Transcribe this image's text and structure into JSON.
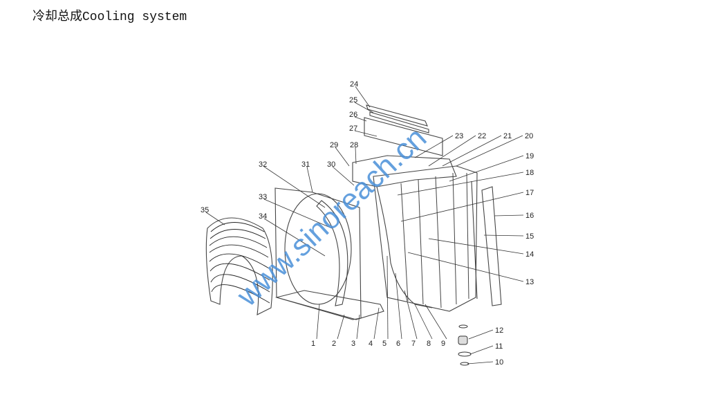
{
  "title": {
    "cn": "冷却总成",
    "en": "Cooling system"
  },
  "watermark": "www.sinoreach.cn",
  "callouts": [
    "1",
    "2",
    "3",
    "4",
    "5",
    "6",
    "7",
    "8",
    "9",
    "10",
    "11",
    "12",
    "13",
    "14",
    "15",
    "16",
    "17",
    "18",
    "19",
    "20",
    "21",
    "22",
    "23",
    "24",
    "25",
    "26",
    "27",
    "28",
    "29",
    "30",
    "31",
    "32",
    "33",
    "34",
    "35"
  ],
  "colors": {
    "watermark": "#4a90d9",
    "line": "#333333"
  }
}
